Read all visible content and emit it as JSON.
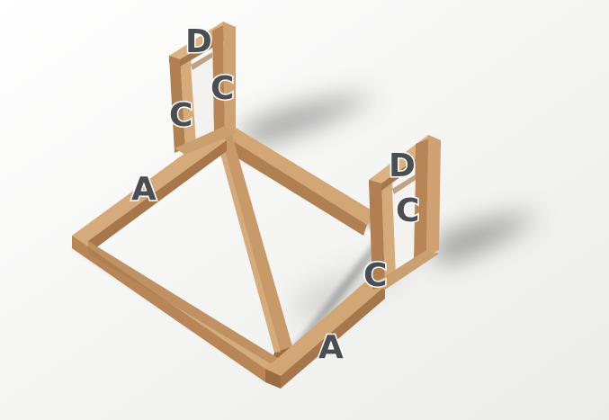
{
  "colors": {
    "background": "#f3f3f1",
    "wood_top": "#d3a676",
    "wood_side": "#b07f52",
    "wood_dark": "#8f6238",
    "shadow": "#6b6b6b",
    "label_fill": "#4a4d52",
    "label_outline": "#ffffff"
  },
  "labels": {
    "part_a": "A",
    "part_c": "C",
    "part_d": "D"
  }
}
